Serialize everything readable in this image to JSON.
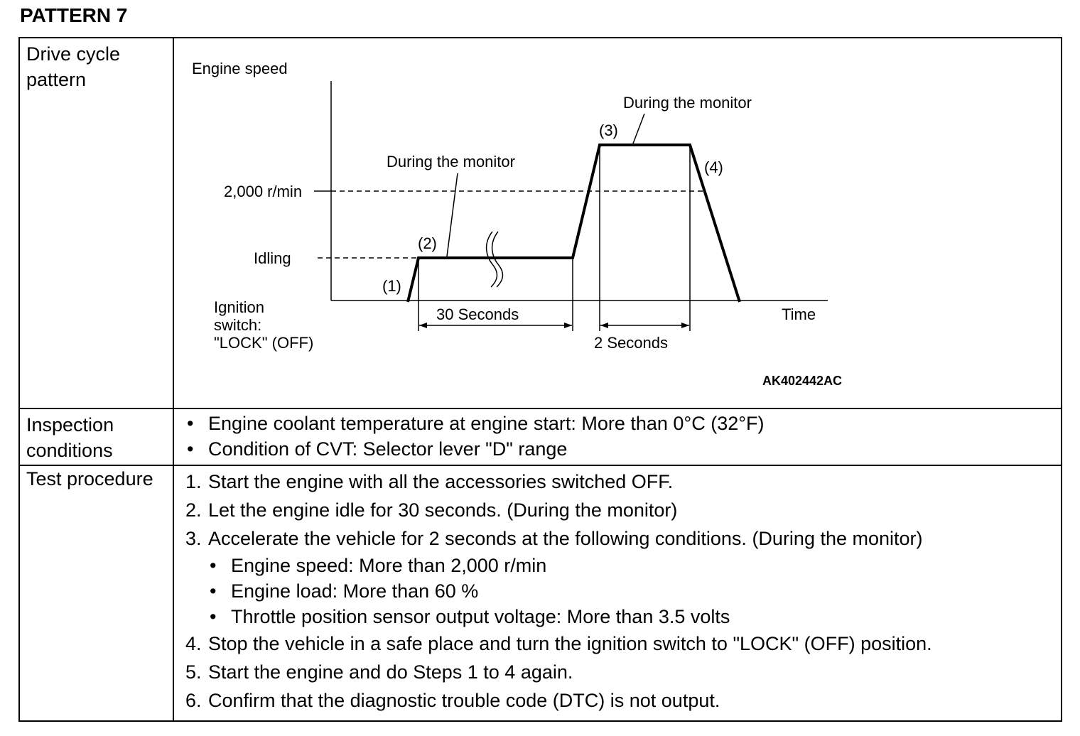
{
  "title": "PATTERN 7",
  "rows": {
    "drive_cycle_label": "Drive cycle pattern",
    "inspection_label": "Inspection conditions",
    "test_label": "Test procedure"
  },
  "diagram": {
    "y_axis_label": "Engine speed",
    "x_axis_label": "Time",
    "level_2000": "2,000 r/min",
    "level_idling": "Idling",
    "ignition_line1": "Ignition",
    "ignition_line2": "switch:",
    "ignition_line3": "\"LOCK\" (OFF)",
    "point1": "(1)",
    "point2": "(2)",
    "point3": "(3)",
    "point4": "(4)",
    "monitor_label_1": "During the monitor",
    "monitor_label_2": "During the monitor",
    "duration_30": "30 Seconds",
    "duration_2": "2 Seconds",
    "figure_id": "AK402442AC"
  },
  "inspection_conditions": [
    "Engine coolant temperature at engine start: More than 0°C (32°F)",
    "Condition of CVT: Selector lever \"D\" range"
  ],
  "steps": [
    {
      "num": "1.",
      "text": "Start the engine with all the accessories switched OFF."
    },
    {
      "num": "2.",
      "text": "Let the engine idle for 30 seconds. (During the monitor)"
    },
    {
      "num": "3.",
      "text": "Accelerate the vehicle for 2 seconds at the following conditions. (During the monitor)"
    },
    {
      "num": "4.",
      "text": "Stop the vehicle in a safe place and turn the ignition switch to \"LOCK\" (OFF) position."
    },
    {
      "num": "5.",
      "text": "Start the engine and do Steps 1 to 4 again."
    },
    {
      "num": "6.",
      "text": "Confirm that the diagnostic trouble code (DTC) is not output."
    }
  ],
  "step3_conditions": [
    "Engine speed: More than 2,000 r/min",
    "Engine load: More than 60 %",
    "Throttle position sensor output voltage: More than 3.5 volts"
  ],
  "bullet_char": "•"
}
